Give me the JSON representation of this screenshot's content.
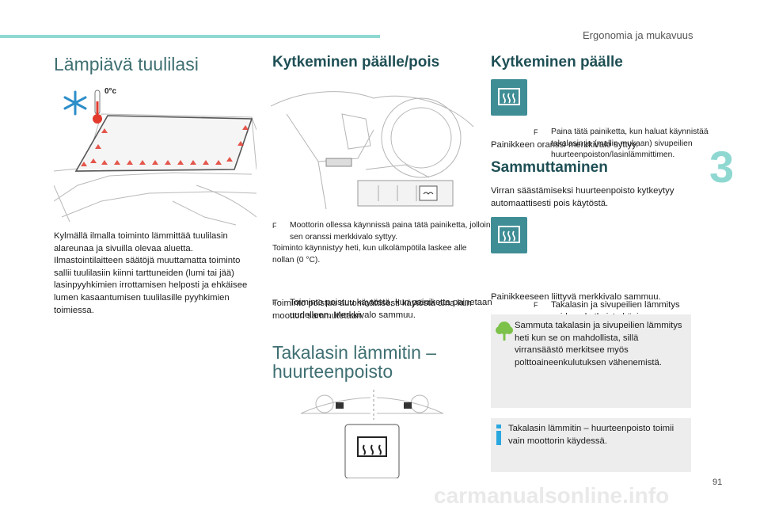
{
  "header": {
    "section_name": "Ergonomia ja mukavuus",
    "chapter_number": "3",
    "page_number": "91"
  },
  "col1": {
    "title": "Lämpiävä tuulilasi",
    "image_label": "0°c",
    "body": "Kylmällä ilmalla toiminto lämmittää tuulilasin alareunaa ja sivuilla olevaa aluetta. Ilmastointilaitteen säätöjä muuttamatta toiminto sallii tuulilasiin kiinni tarttuneiden (lumi tai jää) lasinpyyhkimien irrottamisen helposti ja ehkäisee lumen kasaantumisen tuulilasille pyyhkimien toimiessa."
  },
  "col2": {
    "title": "Kytkeminen päälle/pois",
    "bullet1": "Moottorin ollessa käynnissä paina tätä painiketta, jolloin sen oranssi merkkivalo syttyy.",
    "text1": "Toiminto käynnistyy heti, kun ulkolämpötila laskee alle nollan (0 °C).",
    "bullet2": "Toiminto poistuu käytöstä, kun painiketta painetaan uudelleen. Merkkivalo sammuu.",
    "text2": "Toiminto poistuu automaattisesti käytöstä aina kun moottori sammutetaan.",
    "title2_line1": "Takalasin lämmitin –",
    "title2_line2": "huurteenpoisto"
  },
  "col3": {
    "title1": "Kytkeminen päälle",
    "bullet1": "Paina tätä painiketta, kun haluat käynnistää takalasin ja (mallin mukaan) sivupeilien huurteenpoiston/lasinlämmittimen.",
    "text1": "Painikkeen oranssi merkkivalo syttyy.",
    "title2": "Sammuttaminen",
    "text2": "Virran säästämiseksi huurteenpoisto kytkeytyy automaattisesti pois käytöstä.",
    "bullet2": "Takalasin ja sivupeilien lämmitys voidaan katkaista käsin ennen automaattikatkaisua painamalla painiketta uudelleen.",
    "text3": "Painikkeeseen liittyvä merkkivalo sammuu.",
    "eco_note": "Sammuta takalasin ja sivupeilien lämmitys heti kun se on mahdollista, sillä virransäästö merkitsee myös polttoaineenkulutuksen vähenemistä.",
    "info_note": "Takalasin lämmitin – huurteenpoisto toimii vain moottorin käydessä."
  },
  "bullet_mark": "F",
  "footer": {
    "watermark": "carmanualsonline.info"
  },
  "colors": {
    "accent": "#8fd8d2",
    "title_teal": "#1e4f55",
    "button_teal": "#3f8d95",
    "eco_green": "#7cc24a",
    "info_blue": "#2aa7df",
    "thermo_red": "#e23b2e",
    "snow_blue": "#2e8ec9"
  }
}
